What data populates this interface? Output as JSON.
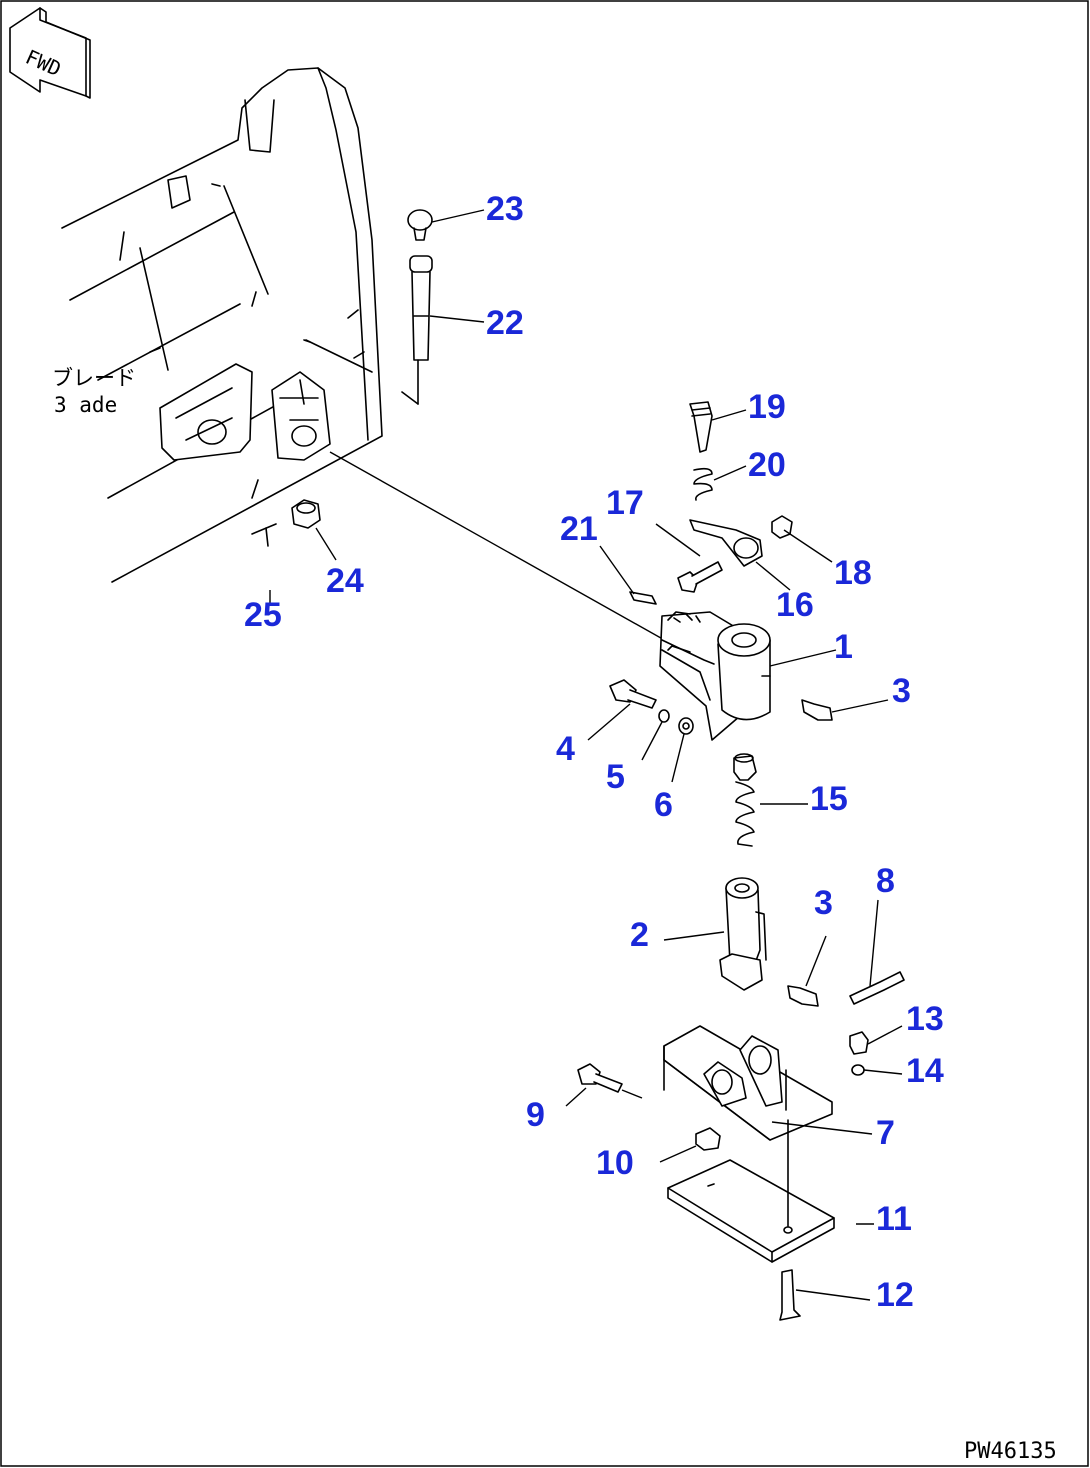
{
  "diagram": {
    "fwd_label": "FWD",
    "blade_label_jp": "ブレード",
    "blade_label_en": "3 ade",
    "drawing_number": "PW46135",
    "callouts": {
      "c1": "1",
      "c2": "2",
      "c3a": "3",
      "c3b": "3",
      "c4": "4",
      "c5": "5",
      "c6": "6",
      "c7": "7",
      "c8": "8",
      "c9": "9",
      "c10": "10",
      "c11": "11",
      "c12": "12",
      "c13": "13",
      "c14": "14",
      "c15": "15",
      "c16": "16",
      "c17": "17",
      "c18": "18",
      "c19": "19",
      "c20": "20",
      "c21": "21",
      "c22": "22",
      "c23": "23",
      "c24": "24",
      "c25": "25"
    }
  }
}
